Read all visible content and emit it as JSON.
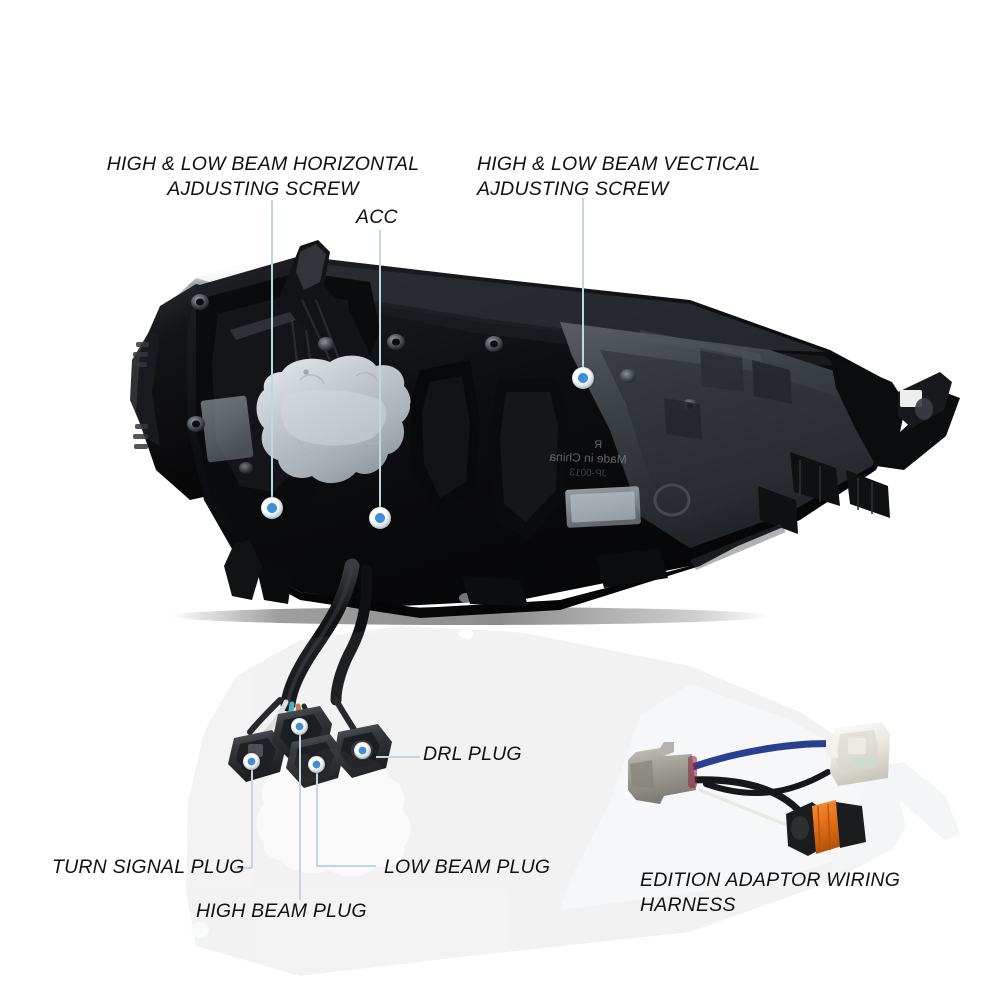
{
  "page": {
    "background_color": "#ffffff",
    "leader_line_color": "#c2d6de",
    "marker_dot_color": "#3f8fd6",
    "text_color": "#111111"
  },
  "product": {
    "name": "headlight-assembly",
    "view": "rear",
    "molded_marking_line1": "R",
    "molded_marking_line2": "Made in China",
    "body_color": "#0d0d0f",
    "access_cover_color": "#c9cfd3"
  },
  "callouts": [
    {
      "id": "horizontal-adjusting-screw",
      "label": "HIGH & LOW BEAM HORIZONTAL\nAJDUSTING SCREW",
      "align": "center"
    },
    {
      "id": "vertical-adjusting-screw",
      "label": "HIGH & LOW BEAM VECTICAL\nAJDUSTING SCREW",
      "align": "left"
    },
    {
      "id": "acc",
      "label": "ACC",
      "align": "left"
    },
    {
      "id": "drl-plug",
      "label": "DRL PLUG",
      "align": "left"
    },
    {
      "id": "turn-signal-plug",
      "label": "TURN SIGNAL PLUG",
      "align": "left"
    },
    {
      "id": "high-beam-plug",
      "label": "HIGH BEAM PLUG",
      "align": "left"
    },
    {
      "id": "low-beam-plug",
      "label": "LOW BEAM PLUG",
      "align": "left"
    },
    {
      "id": "adaptor-wiring-harness",
      "label": "EDITION ADAPTOR WIRING HARNESS",
      "align": "left"
    }
  ],
  "harness": {
    "name": "edition-adaptor-wiring-harness",
    "connectors": [
      {
        "id": "grey-connector",
        "color": "#9c9a95"
      },
      {
        "id": "white-connector",
        "color": "#f0eee8"
      },
      {
        "id": "orange-black-connector",
        "color": "#e8711a"
      }
    ],
    "wires": [
      {
        "id": "blue-wire",
        "color": "#2a3f8f"
      },
      {
        "id": "black-wire",
        "color": "#18181a"
      },
      {
        "id": "white-wire",
        "color": "#e8e8e8"
      }
    ]
  },
  "plugs": [
    {
      "id": "turn-signal-plug-connector"
    },
    {
      "id": "high-beam-plug-connector"
    },
    {
      "id": "low-beam-plug-connector"
    },
    {
      "id": "drl-plug-connector"
    }
  ]
}
